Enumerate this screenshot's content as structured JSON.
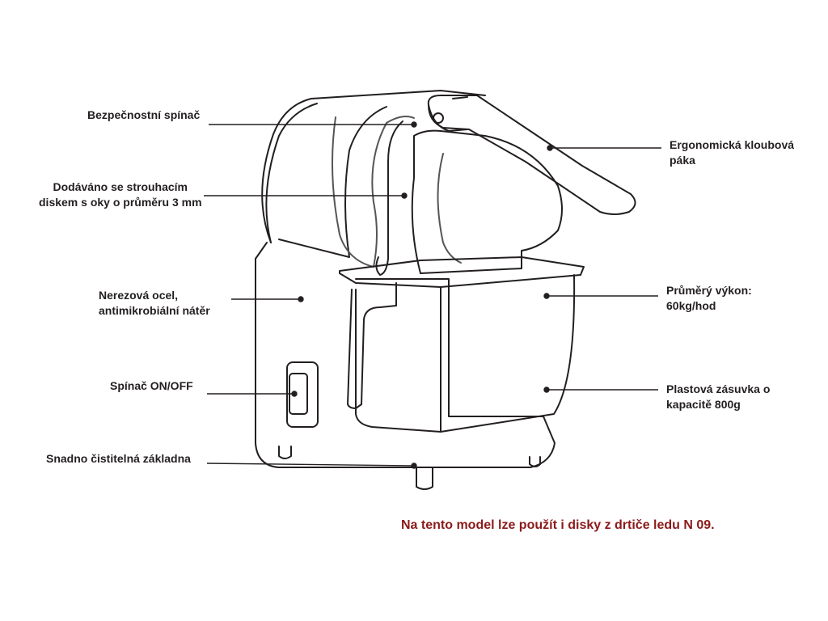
{
  "labels": {
    "safety_switch": "Bezpečnostní spínač",
    "grating_disc": "Dodáváno se strouhacím\ndiskem s oky o průměru 3 mm",
    "stainless_steel": "Nerezová ocel,\nantimikrobiální nátěr",
    "on_off_switch": "Spínač ON/OFF",
    "easy_clean_base": "Snadno čistitelná základna",
    "ergonomic_lever": "Ergonomická kloubová\npáka",
    "average_output": "Průměrý výkon:\n60kg/hod",
    "plastic_drawer": "Plastová zásuvka o\nkapacitě 800g"
  },
  "note": "Na tento model lze použít i disky z drtiče ledu N 09.",
  "colors": {
    "outline": "#231f20",
    "text": "#231f20",
    "note": "#8b1a1a",
    "background": "#ffffff"
  }
}
